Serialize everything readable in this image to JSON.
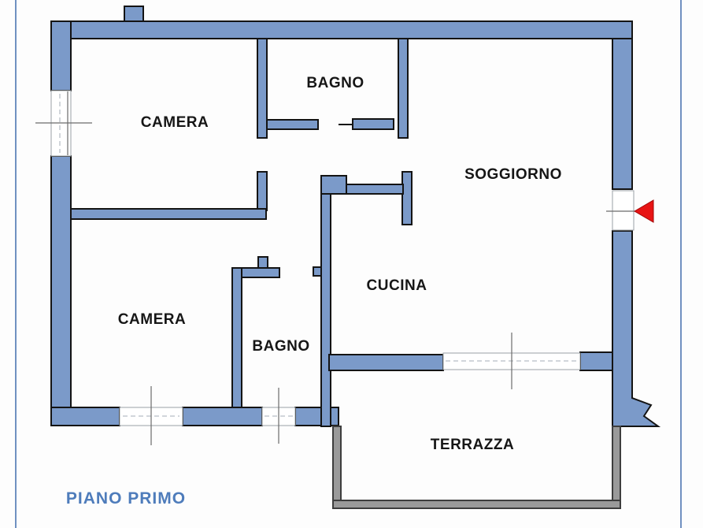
{
  "title": {
    "text": "PIANO PRIMO"
  },
  "rooms": [
    {
      "id": "camera-1",
      "label": "CAMERA"
    },
    {
      "id": "bagno-1",
      "label": "BAGNO"
    },
    {
      "id": "soggiorno",
      "label": "SOGGIORNO"
    },
    {
      "id": "cucina",
      "label": "CUCINA"
    },
    {
      "id": "camera-2",
      "label": "CAMERA"
    },
    {
      "id": "bagno-2",
      "label": "BAGNO"
    },
    {
      "id": "terrazza",
      "label": "TERRAZZA"
    }
  ],
  "icons": {
    "entrance_arrow": "red-triangle-pointing-left"
  },
  "colors": {
    "wall_fill": "#7b9ac9",
    "wall_outline": "#141414",
    "terrace_wall_fill": "#9a9a9a",
    "terrace_wall_outline": "#3d3d3d",
    "entrance_arrow": "#e81414",
    "frame": "#7091c1",
    "label_text": "#161616",
    "title_text": "#4e7cbb"
  }
}
